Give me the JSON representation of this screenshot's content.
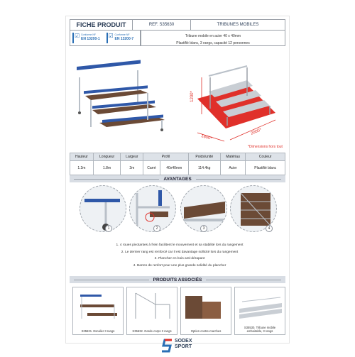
{
  "header": {
    "title": "FICHE PRODUIT",
    "ref": "REF. S35630",
    "category": "TRIBUNES MOBILES"
  },
  "certs": [
    {
      "line1": "Conforme NF",
      "line2": "EN 13200-1"
    },
    {
      "line1": "Conforme NF",
      "line2": "EN 13200-7"
    }
  ],
  "description": {
    "line1": "Tribune mobile en acier 40 x 40mm",
    "line2": "Plastifié blanc, 3 rangs, capacité 12 personnes"
  },
  "dimensions": {
    "height": "1200*",
    "depth": "1800*",
    "width": "2000*",
    "note": "*Dimensions hors tout"
  },
  "specs": {
    "headers": [
      "Hauteur",
      "Longueur",
      "Largeur",
      "Profil",
      "Poids/unité",
      "Matériau",
      "Couleur"
    ],
    "values": [
      "1.2m",
      "1.8m",
      "2m",
      "Carré",
      "40x40mm",
      "114.4kg",
      "Acier",
      "Plastifié blanc"
    ]
  },
  "sections": {
    "advantages": "AVANTAGES",
    "products": "PRODUITS ASSOCIÉS"
  },
  "circle_numbers": [
    "1",
    "2",
    "3",
    "4"
  ],
  "advantages": [
    "1.   4 roues pivotantes à frein facilitent le mouvement et sa stabilité lors du rangement",
    "2.   Le dernier rang est renforcé car il est davantage sollicité lors du rangement",
    "3.   Plancher en bois anti-dérapant",
    "4.   Barres de renfort pour une plus grande solidité du plancher"
  ],
  "products": [
    {
      "caption": "S35631. Escalier 3 rangs"
    },
    {
      "caption": "S35632. Garde-corps 3 rangs"
    },
    {
      "caption": "Option contre-marches"
    },
    {
      "caption": "S35530. Tribune mobile emboitable, 3 rangs"
    }
  ],
  "logo": {
    "line1": "SODEX",
    "line2": "SPORT"
  },
  "colors": {
    "seat_blue": "#2f58a8",
    "wood": "#6b4a36",
    "accent_red": "#e0302a",
    "frame_grey": "#b9c0c8"
  }
}
